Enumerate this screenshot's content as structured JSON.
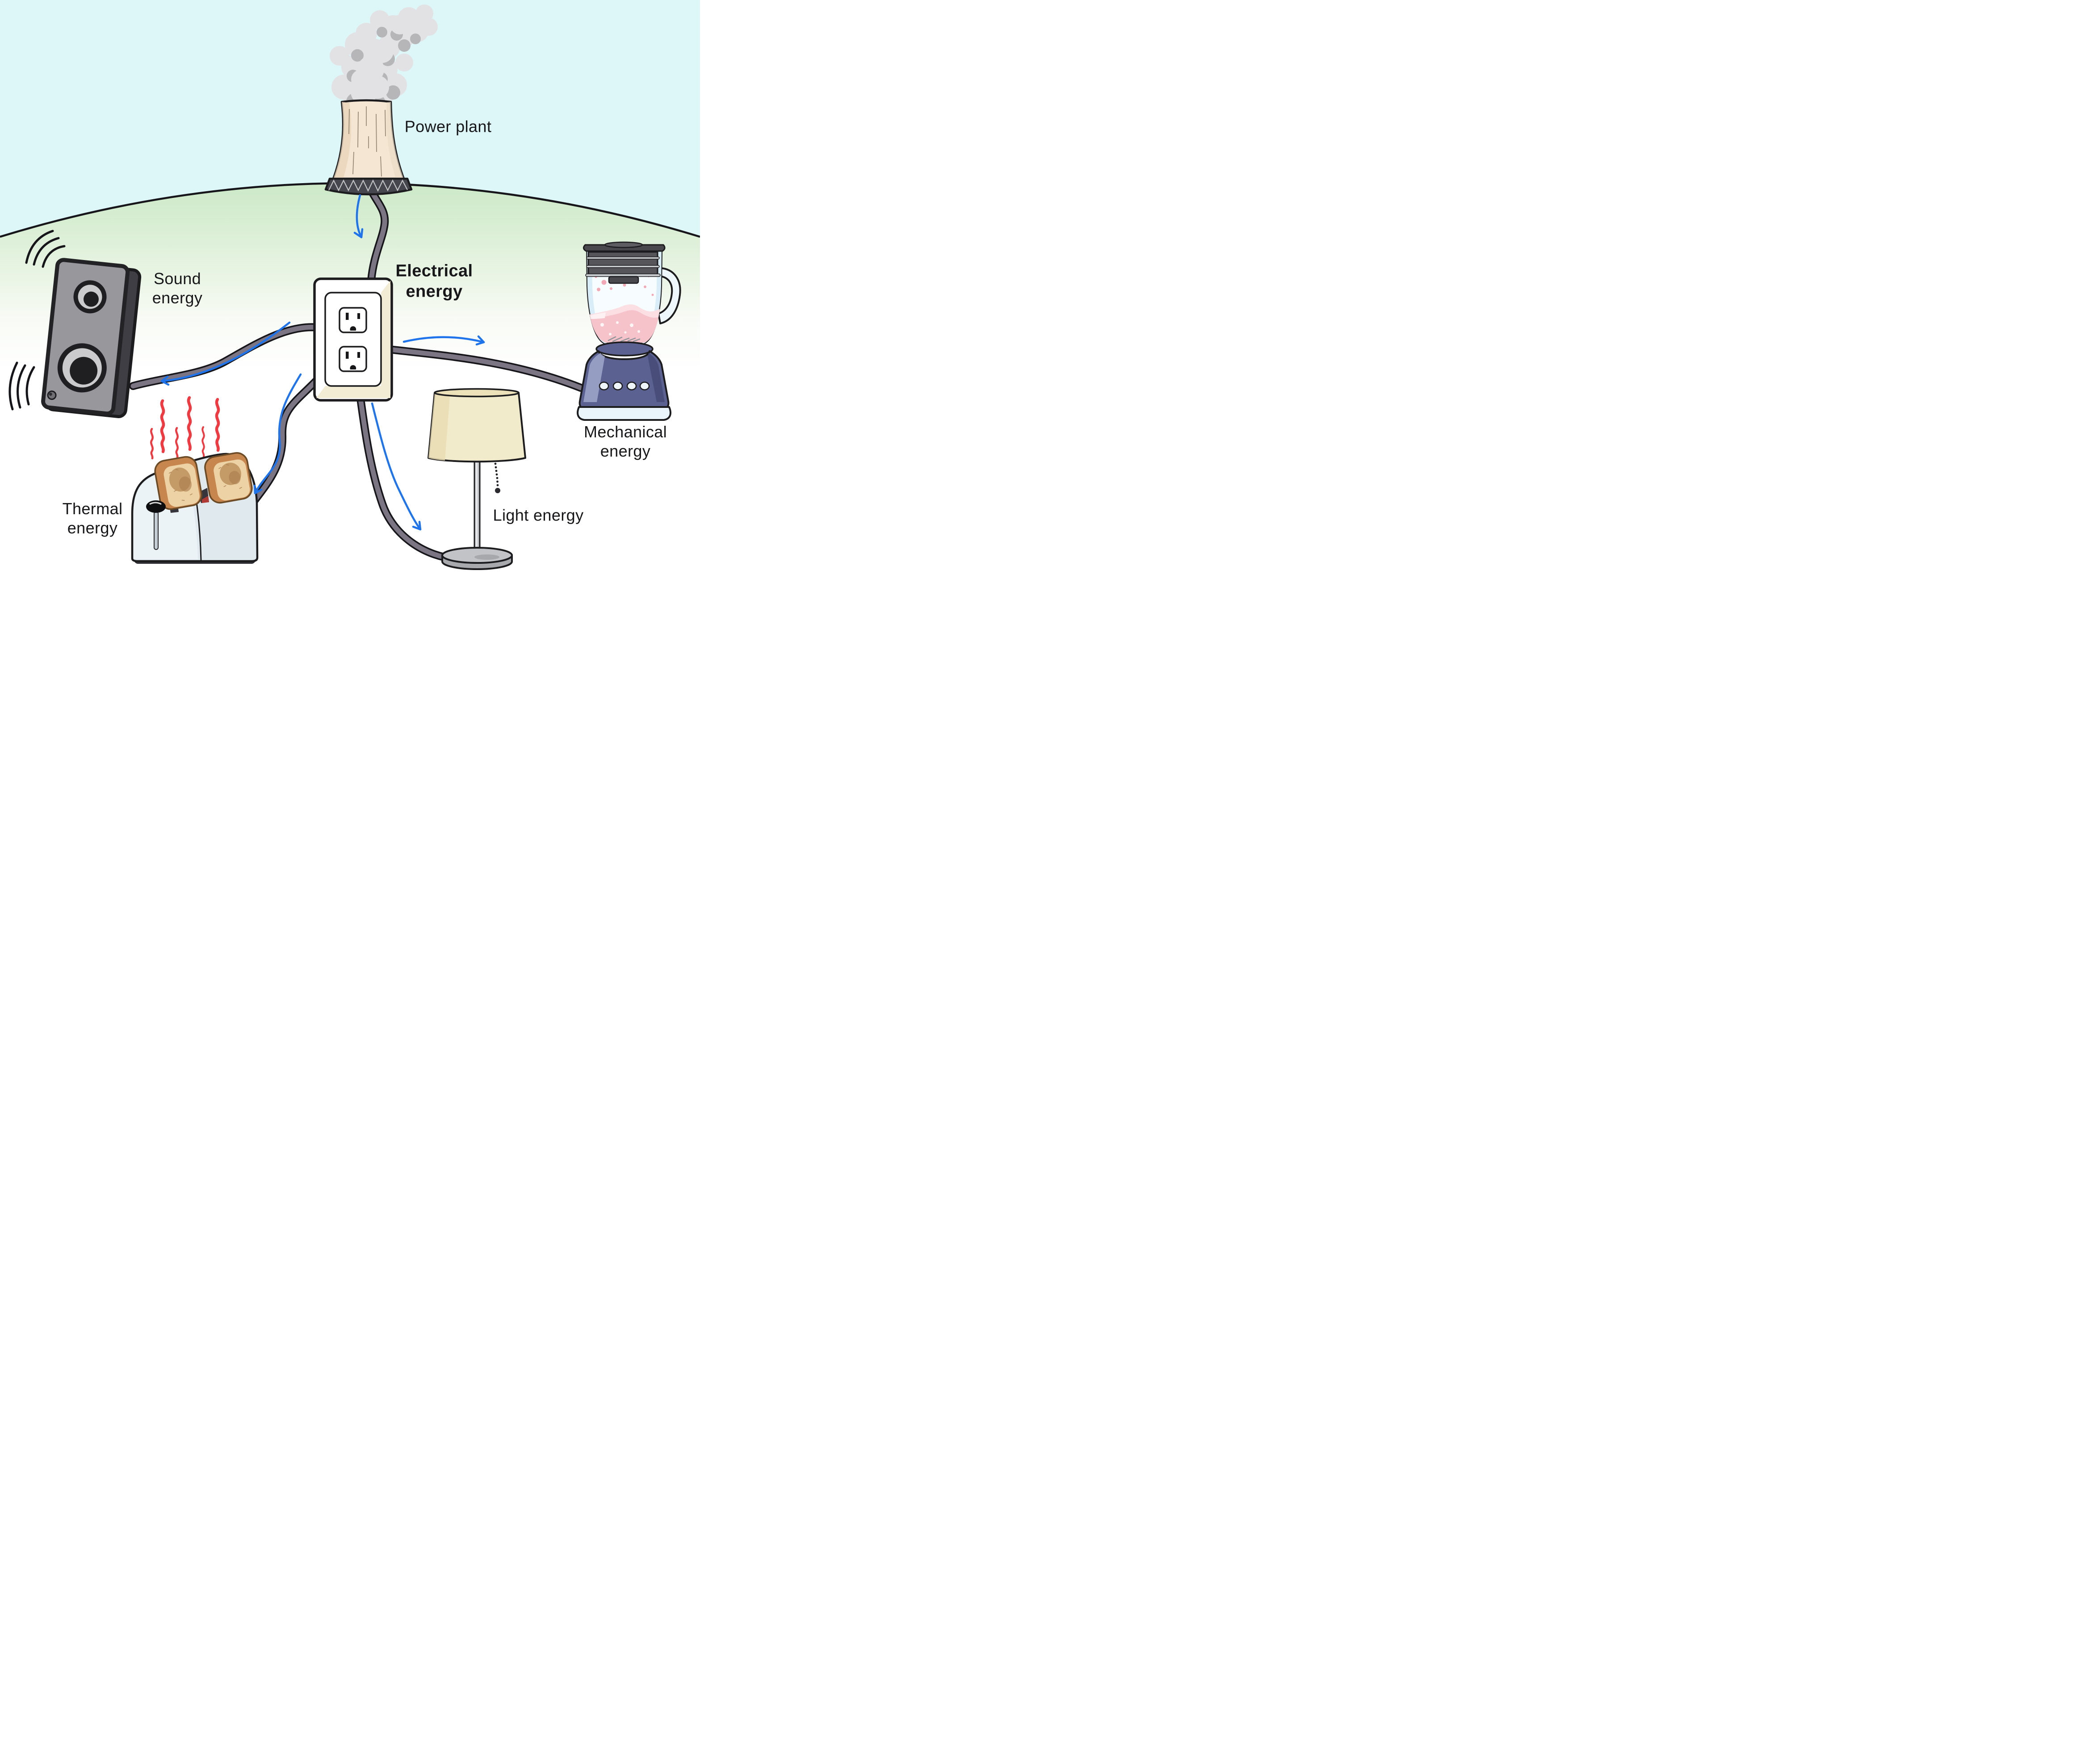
{
  "labels": {
    "power_plant": "Power plant",
    "electrical_energy": "Electrical\nenergy",
    "sound_energy": "Sound\nenergy",
    "thermal_energy": "Thermal\nenergy",
    "light_energy": "Light energy",
    "mechanical_energy": "Mechanical\nenergy"
  },
  "diagram": {
    "source": "Power plant",
    "hub": "Electrical energy (wall outlet)",
    "energy_flows": [
      {
        "from": "power-plant",
        "to": "outlet",
        "energy": "Electrical energy"
      },
      {
        "from": "outlet",
        "to": "speaker",
        "energy": "Sound energy"
      },
      {
        "from": "outlet",
        "to": "toaster",
        "energy": "Thermal energy"
      },
      {
        "from": "outlet",
        "to": "lamp",
        "energy": "Light energy"
      },
      {
        "from": "outlet",
        "to": "blender",
        "energy": "Mechanical energy"
      }
    ],
    "icons": [
      "power-plant-icon",
      "outlet-icon",
      "speaker-icon",
      "toaster-icon",
      "lamp-icon",
      "blender-icon",
      "smoke-icon",
      "sound-waves-icon",
      "heat-waves-icon",
      "arrow-icon"
    ]
  },
  "colors": {
    "sky": "#ddf6f7",
    "ground_green": "#cde9c8",
    "outline": "#15151a",
    "wire_gray": "#7b7482",
    "arrow_blue": "#1f74eb",
    "heat_red": "#ee3a40",
    "smoke": "#e2e2e4",
    "smoke_shadow": "#b6b6b9",
    "tower_cream": "#f4e6d2",
    "tower_base": "#46464e",
    "outlet_plate": "#f3ecd4",
    "speaker_gray": "#98979c",
    "speaker_dark": "#3f3e44",
    "toaster_body": "#dfe9ee",
    "toast_crust": "#c8864f",
    "toast_face": "#ecd2a4",
    "lamp_shade": "#f2ebcb",
    "lamp_metal": "#b9bcbe",
    "blender_navy": "#5b6190",
    "blender_highlight": "#9aa0c6",
    "liquid_pink": "#f6c3cb",
    "lid_gray": "#4a4a4f"
  }
}
